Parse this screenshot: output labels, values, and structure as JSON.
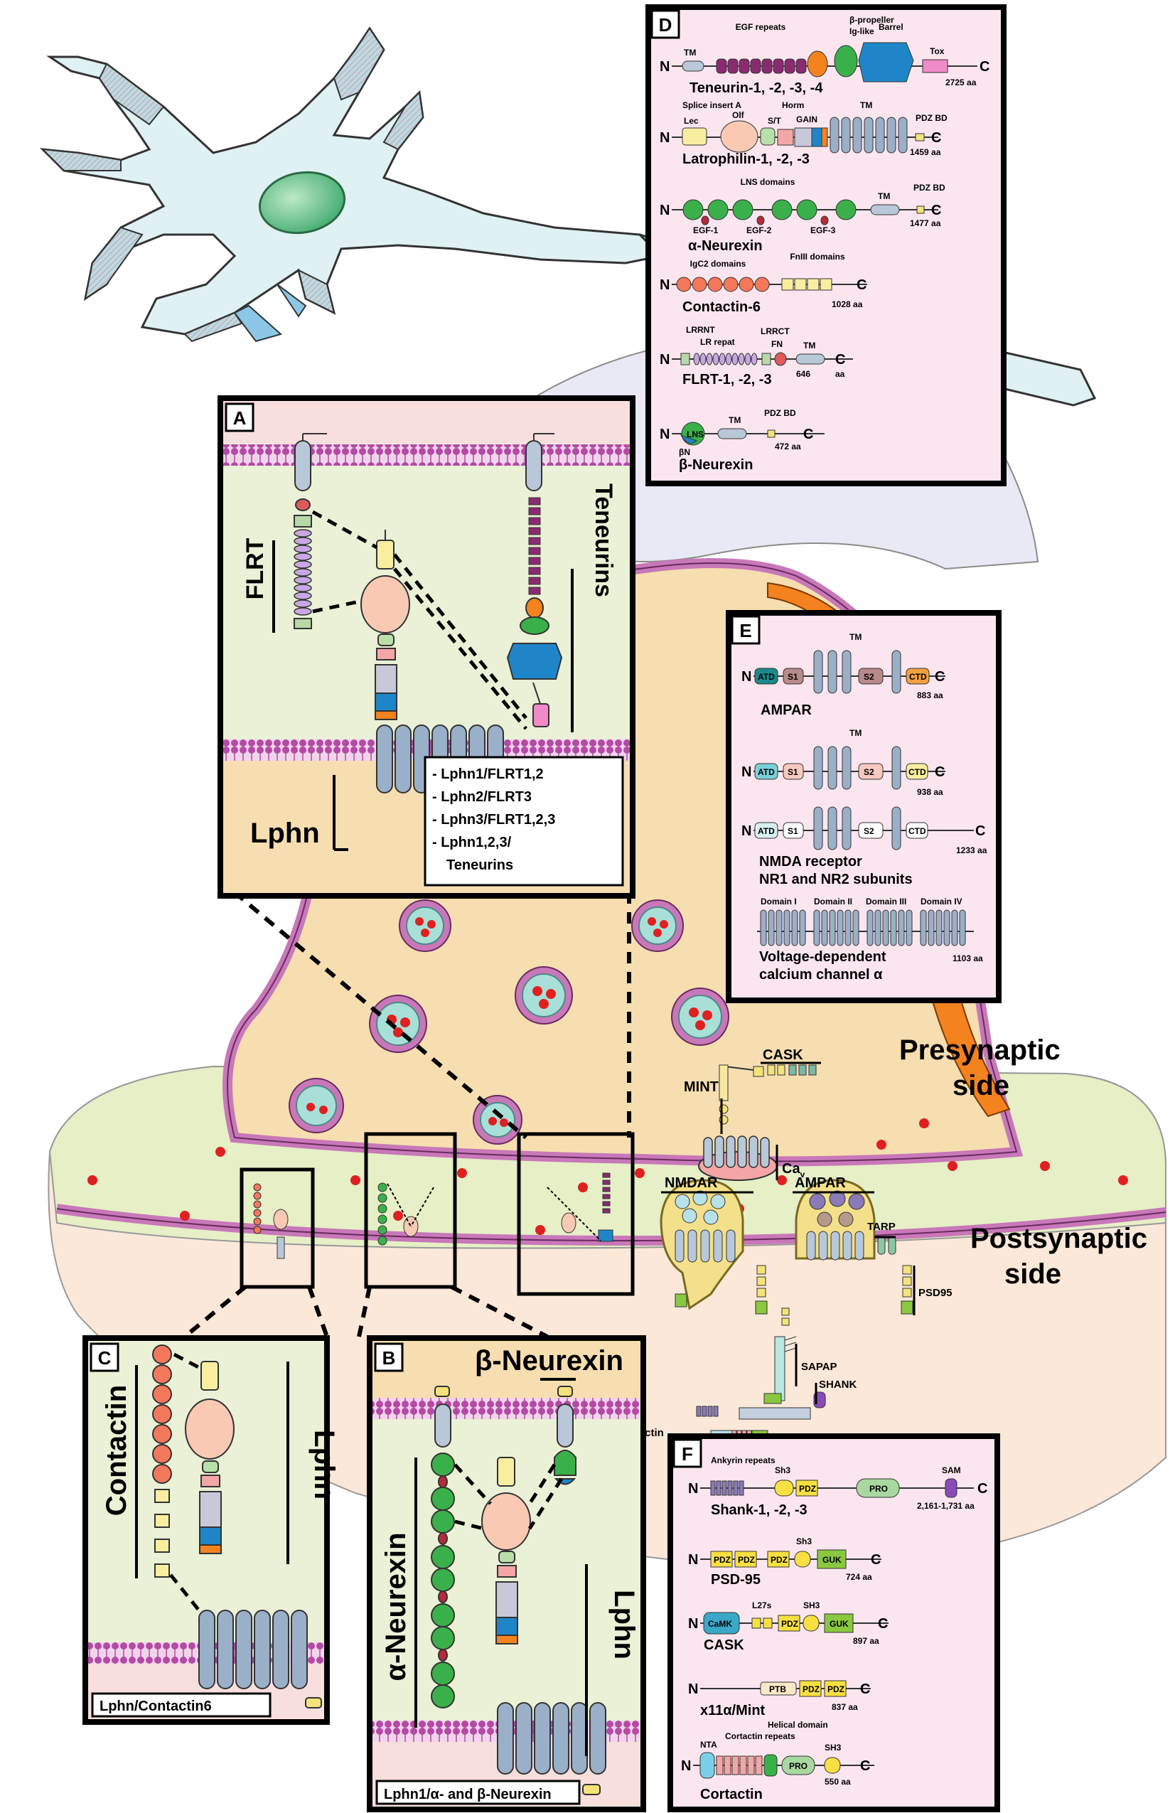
{
  "regions": {
    "presynaptic": "Presynaptic side",
    "postsynaptic": "Postsynaptic side"
  },
  "presynaptic_lines": [
    "Presynaptic",
    "side"
  ],
  "postsynaptic_lines": [
    "Postsynaptic",
    "side"
  ],
  "panel_a": {
    "letter": "A",
    "flrt": "FLRT",
    "teneurins": "Teneurins",
    "lphn": "Lphn",
    "interactions": [
      "- Lphn1/FLRT1,2",
      "- Lphn2/FLRT3",
      "- Lphn3/FLRT1,2,3",
      "- Lphn1,2,3/",
      "  Teneurins"
    ]
  },
  "panel_b": {
    "letter": "B",
    "beta_neurexin": "β-Neurexin",
    "alpha_neurexin": "α-Neurexin",
    "lphn": "Lphn",
    "caption": "Lphn1/α- and β-Neurexin"
  },
  "panel_c": {
    "letter": "C",
    "contactin": "Contactin",
    "lphn": "Lphn",
    "caption": "Lphn/Contactin6"
  },
  "panel_d": {
    "letter": "D",
    "teneurin": {
      "name": "Teneurin-1, -2, -3, -4",
      "tm": "TM",
      "egf": "EGF repeats",
      "bprop": "β-propeller",
      "ig": "Ig-like",
      "barrel": "Barrel",
      "tox": "Tox",
      "aa": "2725 aa"
    },
    "latrophilin": {
      "name": "Latrophilin-1, -2, -3",
      "splice": "Splice insert A",
      "lec": "Lec",
      "olf": "Olf",
      "st": "S/T",
      "horm": "Horm",
      "gain": "GAIN",
      "tm": "TM",
      "pdz": "PDZ BD",
      "aa": "1459 aa"
    },
    "aneurexin": {
      "name": "α-Neurexin",
      "lns": "LNS domains",
      "egf1": "EGF-1",
      "egf2": "EGF-2",
      "egf3": "EGF-3",
      "tm": "TM",
      "pdz": "PDZ BD",
      "aa": "1477 aa"
    },
    "contactin": {
      "name": "Contactin-6",
      "igc2": "IgC2 domains",
      "fniii": "FnIII domains",
      "aa": "1028 aa"
    },
    "flrt": {
      "name": "FLRT-1, -2, -3",
      "lrrnt": "LRRNT",
      "lrrct": "LRRCT",
      "lr": "LR repat",
      "fn": "FN",
      "tm": "TM",
      "aa1": "646",
      "aa2": "aa"
    },
    "bneurexin": {
      "name": "β-Neurexin",
      "lns": "LNS",
      "bn": "βN",
      "tm": "TM",
      "pdz": "PDZ BD",
      "aa": "472 aa"
    }
  },
  "panel_e": {
    "letter": "E",
    "ampar": {
      "name": "AMPAR",
      "atd": "ATD",
      "s1": "S1",
      "s2": "S2",
      "ctd": "CTD",
      "tm": "TM",
      "aa": "883 aa"
    },
    "nr1": {
      "atd": "ATD",
      "s1": "S1",
      "s2": "S2",
      "ctd": "CTD",
      "tm": "TM",
      "aa": "938 aa"
    },
    "nr2": {
      "atd": "ATD",
      "s1": "S1",
      "s2": "S2",
      "ctd": "CTD",
      "aa": "1233 aa"
    },
    "nmda_lines": [
      "NMDA receptor",
      "NR1 and NR2 subunits"
    ],
    "cav": {
      "d1": "Domain I",
      "d2": "Domain II",
      "d3": "Domain III",
      "d4": "Domain IV",
      "aa": "1103 aa",
      "lines": [
        "Voltage-dependent",
        "calcium channel α"
      ]
    }
  },
  "panel_f": {
    "letter": "F",
    "shank": {
      "name": "Shank-1, -2, -3",
      "ank": "Ankyrin repeats",
      "sh3": "Sh3",
      "pdz": "PDZ",
      "pro": "PRO",
      "sam": "SAM",
      "aa": "2,161-1,731 aa"
    },
    "psd95": {
      "name": "PSD-95",
      "pdz": "PDZ",
      "sh3": "Sh3",
      "guk": "GUK",
      "aa": "724 aa"
    },
    "cask": {
      "name": "CASK",
      "camk": "CaMK",
      "l27": "L27s",
      "pdz": "PDZ",
      "sh3": "SH3",
      "guk": "GUK",
      "aa": "897 aa"
    },
    "mint": {
      "name": "x11α/Mint",
      "ptb": "PTB",
      "pdz": "PDZ",
      "aa": "837 aa"
    },
    "cortactin": {
      "name": "Cortactin",
      "nta": "NTA",
      "rep": "Cortactin repeats",
      "hel": "Helical domain",
      "pro": "PRO",
      "sh3": "SH3",
      "aa": "550 aa"
    }
  },
  "synapse_labels": {
    "cask": "CASK",
    "mint": "MINT",
    "cav": "Ca",
    "cav_sub": "v",
    "nmdar": "NMDAR",
    "ampar": "AMPAR",
    "tarp": "TARP",
    "psd95": "PSD95",
    "sapap": "SAPAP",
    "shank": "SHANK",
    "cortactin": "Cortactin"
  },
  "terminal_n": "N",
  "terminal_c": "C",
  "colors": {
    "presynaptic_fill": "#f6deb0",
    "postsynaptic_fill": "#e8f0c8",
    "membrane": "#c878b8",
    "box_fill": "#fbe6ef",
    "orange_glia": "#f4821e"
  }
}
